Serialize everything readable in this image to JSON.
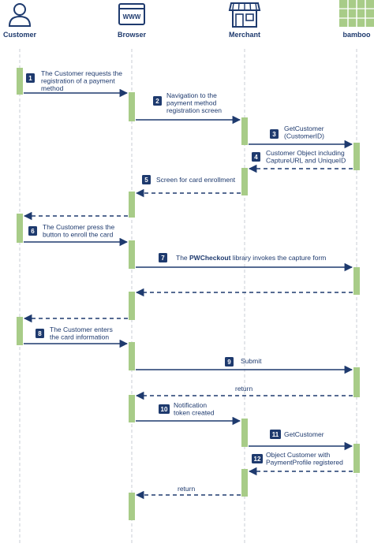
{
  "actors": [
    {
      "id": "customer",
      "label": "Customer",
      "icon": "person-icon"
    },
    {
      "id": "browser",
      "label": "Browser",
      "icon": "browser-www-icon",
      "icon_text": "WWW"
    },
    {
      "id": "merchant",
      "label": "Merchant",
      "icon": "storefront-icon"
    },
    {
      "id": "bamboo",
      "label": "bamboo",
      "icon": "bamboo-logo-icon"
    }
  ],
  "messages": [
    {
      "step": "1",
      "from": "customer",
      "to": "browser",
      "style": "solid",
      "lines": [
        [
          "The Customer requests the"
        ],
        [
          "registration of a payment"
        ],
        [
          "method"
        ]
      ]
    },
    {
      "step": "2",
      "from": "browser",
      "to": "merchant",
      "style": "solid",
      "lines": [
        [
          "Navigation to the"
        ],
        [
          "payment method"
        ],
        [
          "registration screen"
        ]
      ]
    },
    {
      "step": "3",
      "from": "merchant",
      "to": "bamboo",
      "style": "solid",
      "lines": [
        [
          "GetCustomer"
        ],
        [
          "(CustomerID)"
        ]
      ]
    },
    {
      "step": "4",
      "from": "bamboo",
      "to": "merchant",
      "style": "dashed",
      "lines": [
        [
          "Customer Object including"
        ],
        [
          "CaptureURL and UniqueID"
        ]
      ]
    },
    {
      "step": "5",
      "from": "merchant",
      "to": "browser",
      "style": "dashed",
      "lines": [
        [
          "Screen for card enrollment"
        ]
      ]
    },
    {
      "step": "",
      "from": "browser",
      "to": "customer",
      "style": "dashed",
      "lines": []
    },
    {
      "step": "6",
      "from": "customer",
      "to": "browser",
      "style": "solid",
      "lines": [
        [
          "The Customer press the"
        ],
        [
          "button to enroll the card"
        ]
      ]
    },
    {
      "step": "7",
      "from": "browser",
      "to": "bamboo",
      "style": "solid",
      "lines": [
        [
          "The ",
          "PWCheckout",
          " library invokes the capture form"
        ]
      ]
    },
    {
      "step": "",
      "from": "bamboo",
      "to": "browser",
      "style": "dashed",
      "lines": []
    },
    {
      "step": "",
      "from": "browser",
      "to": "customer",
      "style": "dashed",
      "lines": []
    },
    {
      "step": "8",
      "from": "customer",
      "to": "browser",
      "style": "solid",
      "lines": [
        [
          "The Customer enters"
        ],
        [
          "the card information"
        ]
      ]
    },
    {
      "step": "9",
      "from": "browser",
      "to": "bamboo",
      "style": "solid",
      "lines": [
        [
          "Submit"
        ]
      ]
    },
    {
      "step": "",
      "from": "bamboo",
      "to": "browser",
      "style": "dashed",
      "lines": [
        [
          "return"
        ]
      ]
    },
    {
      "step": "10",
      "from": "browser",
      "to": "merchant",
      "style": "solid",
      "lines": [
        [
          "Notification"
        ],
        [
          "token created"
        ]
      ]
    },
    {
      "step": "11",
      "from": "merchant",
      "to": "bamboo",
      "style": "solid",
      "lines": [
        [
          "GetCustomer"
        ]
      ]
    },
    {
      "step": "12",
      "from": "bamboo",
      "to": "merchant",
      "style": "dashed",
      "lines": [
        [
          "Object Customer with"
        ],
        [
          "PaymentProfile registered"
        ]
      ]
    },
    {
      "step": "",
      "from": "merchant",
      "to": "browser",
      "style": "dashed",
      "lines": [
        [
          "return"
        ]
      ]
    }
  ],
  "colors": {
    "primary": "#1e3a6e",
    "activation": "#a8cc88",
    "lifeline": "#c8cdd6",
    "badge": "#1e3a6e",
    "bamboo_logo": "#a8cc88"
  }
}
